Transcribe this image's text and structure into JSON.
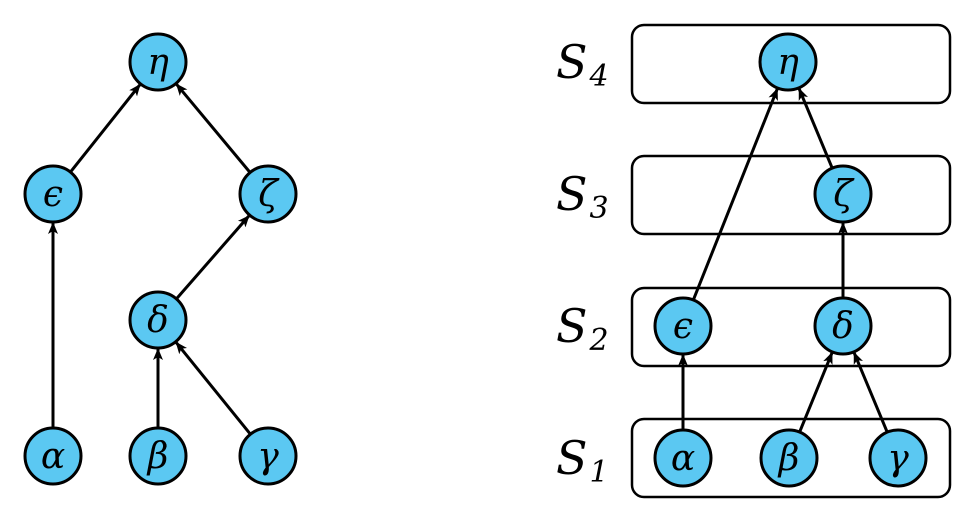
{
  "colors": {
    "node_fill": "#5bc8f2",
    "stroke": "#000000"
  },
  "left_graph": {
    "nodes": [
      {
        "id": "eta",
        "label": "η"
      },
      {
        "id": "epsilon",
        "label": "ϵ"
      },
      {
        "id": "zeta",
        "label": "ζ"
      },
      {
        "id": "delta",
        "label": "δ"
      },
      {
        "id": "alpha",
        "label": "α"
      },
      {
        "id": "beta",
        "label": "β"
      },
      {
        "id": "gamma",
        "label": "γ"
      }
    ],
    "edges": [
      {
        "from": "epsilon",
        "to": "eta"
      },
      {
        "from": "zeta",
        "to": "eta"
      },
      {
        "from": "alpha",
        "to": "epsilon"
      },
      {
        "from": "delta",
        "to": "zeta"
      },
      {
        "from": "beta",
        "to": "delta"
      },
      {
        "from": "gamma",
        "to": "delta"
      }
    ]
  },
  "right_graph": {
    "layers": [
      {
        "id": "s4",
        "label_main": "S",
        "label_sub": "4"
      },
      {
        "id": "s3",
        "label_main": "S",
        "label_sub": "3"
      },
      {
        "id": "s2",
        "label_main": "S",
        "label_sub": "2"
      },
      {
        "id": "s1",
        "label_main": "S",
        "label_sub": "1"
      }
    ],
    "nodes": [
      {
        "id": "eta",
        "label": "η",
        "layer": "s4"
      },
      {
        "id": "zeta",
        "label": "ζ",
        "layer": "s3"
      },
      {
        "id": "epsilon",
        "label": "ϵ",
        "layer": "s2"
      },
      {
        "id": "delta",
        "label": "δ",
        "layer": "s2"
      },
      {
        "id": "alpha",
        "label": "α",
        "layer": "s1"
      },
      {
        "id": "beta",
        "label": "β",
        "layer": "s1"
      },
      {
        "id": "gamma",
        "label": "γ",
        "layer": "s1"
      }
    ],
    "edges": [
      {
        "from": "epsilon",
        "to": "eta"
      },
      {
        "from": "zeta",
        "to": "eta"
      },
      {
        "from": "delta",
        "to": "zeta"
      },
      {
        "from": "alpha",
        "to": "epsilon"
      },
      {
        "from": "beta",
        "to": "delta"
      },
      {
        "from": "gamma",
        "to": "delta"
      }
    ]
  }
}
